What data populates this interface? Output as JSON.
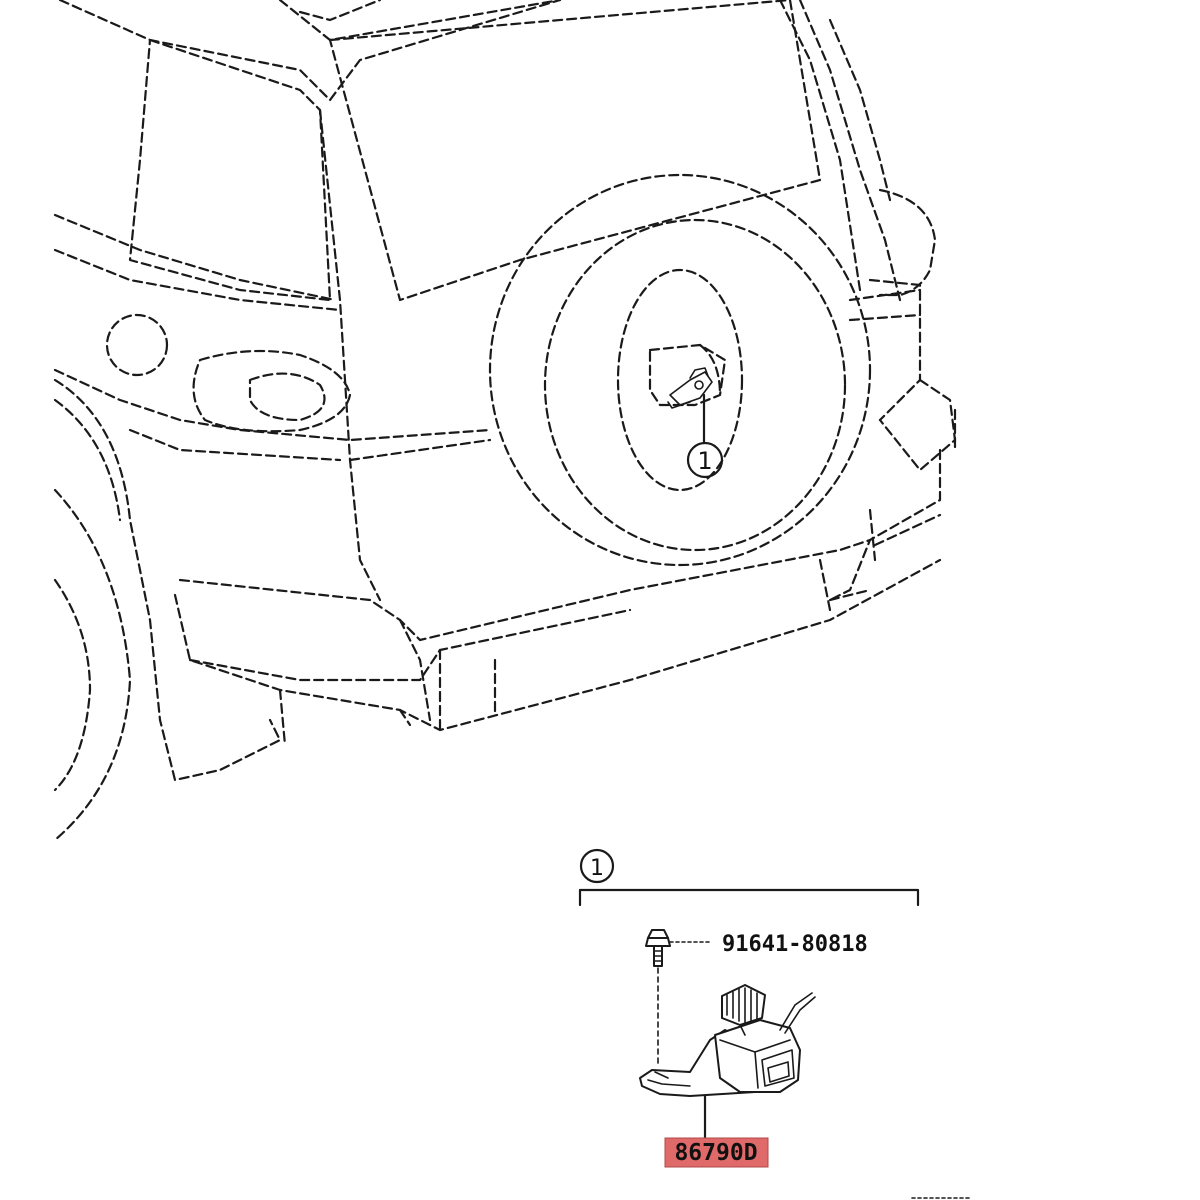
{
  "callout": {
    "index": "1"
  },
  "group": {
    "index": "1"
  },
  "parts": {
    "bolt_number": "91641-80818",
    "camera_number": "86790D",
    "highlight_color": "#e06a6a"
  }
}
